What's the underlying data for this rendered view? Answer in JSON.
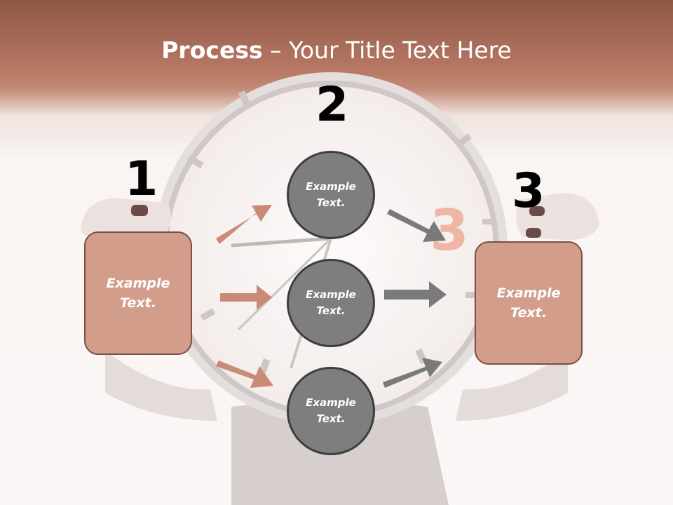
{
  "slide": {
    "title_bold": "Process",
    "title_rest": " – Your Title Text Here",
    "background_clock_numeral": "3"
  },
  "steps": {
    "step1": {
      "number": "1",
      "box_line1": "Example",
      "box_line2": "Text."
    },
    "step2": {
      "number": "2"
    },
    "step3": {
      "number": "3",
      "box_line1": "Example",
      "box_line2": "Text."
    }
  },
  "circles": [
    {
      "line1": "Example",
      "line2": "Text."
    },
    {
      "line1": "Example",
      "line2": "Text."
    },
    {
      "line1": "Example",
      "line2": "Text."
    }
  ],
  "colors": {
    "header": "#b97a66",
    "box_fill": "#d29d8a",
    "box_border": "#7b4f45",
    "circle_fill": "#7e7e7e",
    "circle_border": "#3e3e3e",
    "left_arrows": "#c98a77",
    "right_arrows": "#7a7a7a"
  }
}
